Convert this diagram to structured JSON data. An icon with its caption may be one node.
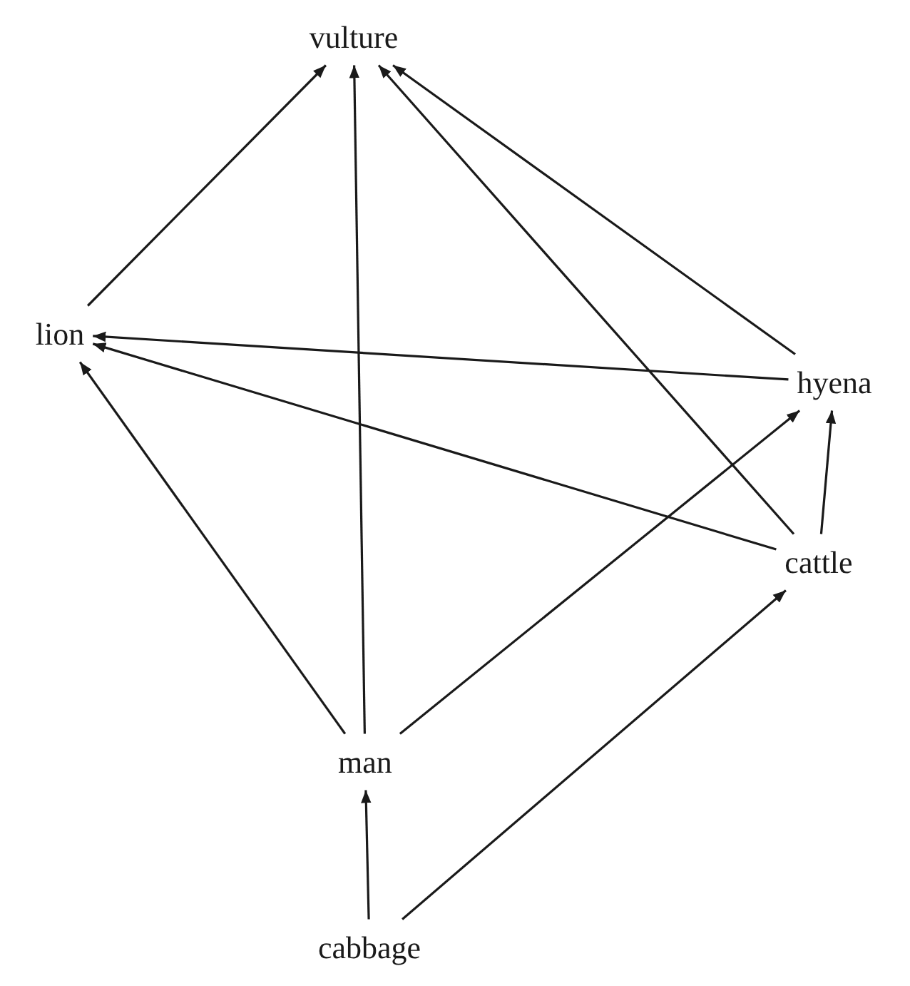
{
  "diagram": {
    "nodes": [
      {
        "text": [
          "vulture"
        ]
      },
      {
        "text": [
          "lion"
        ]
      },
      {
        "text": [
          "hyena"
        ]
      },
      {
        "text": [
          "cattle"
        ]
      },
      {
        "text": [
          "man"
        ]
      },
      {
        "text": [
          "cabbage"
        ]
      }
    ],
    "edges": [
      {
        "from": 1,
        "to": 0,
        "arrow": "to"
      },
      {
        "from": 4,
        "to": 0,
        "arrow": "to"
      },
      {
        "from": 3,
        "to": 0,
        "arrow": "to"
      },
      {
        "from": 2,
        "to": 0,
        "arrow": "to"
      },
      {
        "from": 2,
        "to": 1,
        "arrow": "to"
      },
      {
        "from": 3,
        "to": 1,
        "arrow": "to"
      },
      {
        "from": 4,
        "to": 1,
        "arrow": "to"
      },
      {
        "from": 4,
        "to": 2,
        "arrow": "to"
      },
      {
        "from": 3,
        "to": 2,
        "arrow": "to"
      },
      {
        "from": 5,
        "to": 4,
        "arrow": "to"
      },
      {
        "from": 5,
        "to": 3,
        "arrow": "to"
      }
    ]
  }
}
